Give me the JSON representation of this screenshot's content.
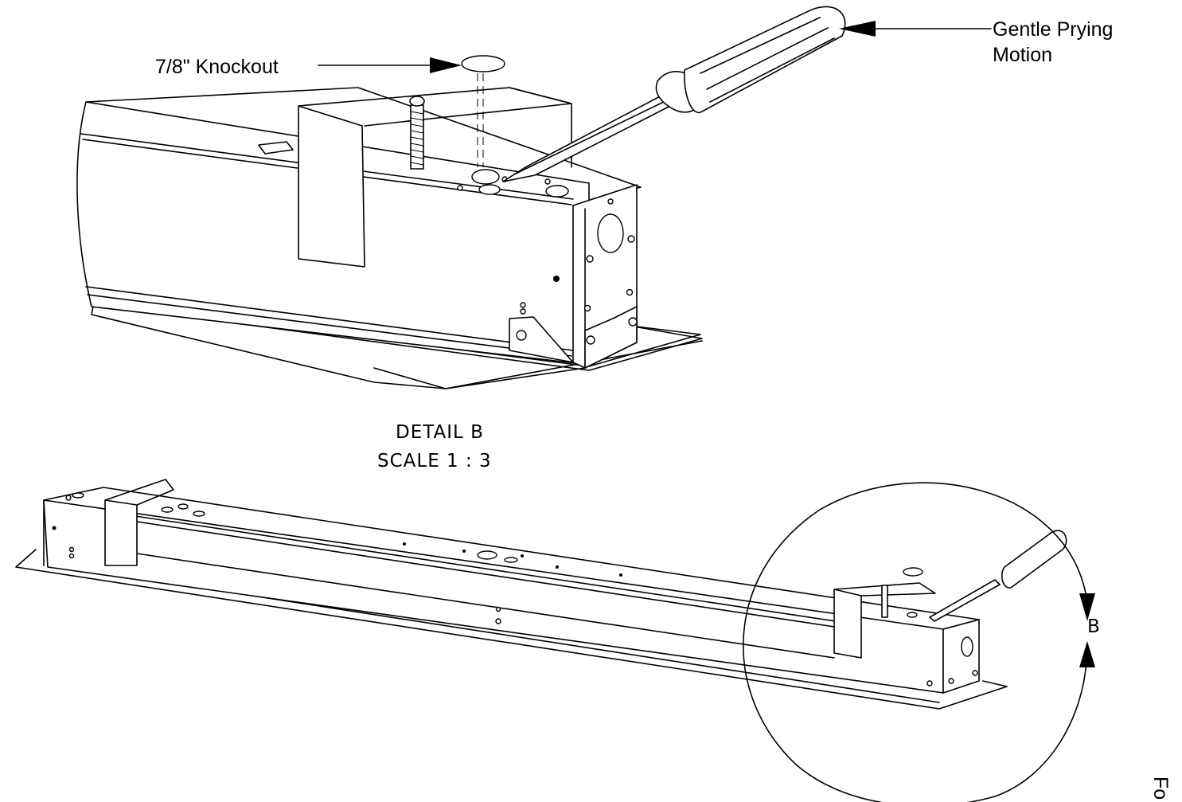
{
  "callouts": {
    "knockout": "7/8\" Knockout",
    "prying_line1": "Gentle Prying",
    "prying_line2": "Motion"
  },
  "detail": {
    "title": "DETAIL B",
    "scale": "SCALE 1 : 3",
    "marker": "B"
  },
  "edge_text": "Fo"
}
